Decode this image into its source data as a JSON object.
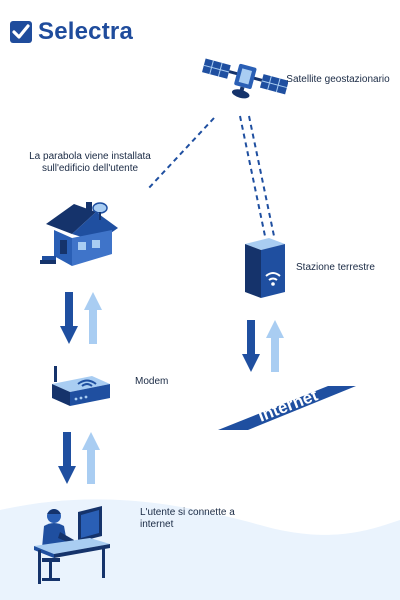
{
  "brand": {
    "name": "Selectra",
    "color": "#1f4c9c"
  },
  "labels": {
    "satellite": "Satellite geostazionario",
    "dish": "La parabola viene installata sull'edificio dell'utente",
    "ground_station": "Stazione terrestre",
    "modem": "Modem",
    "internet": "Internet",
    "user": "L'utente si connette a internet"
  },
  "colors": {
    "dark_blue": "#1f4fa0",
    "light_blue": "#a9cdf2",
    "navy": "#15336b",
    "bg_wave": "#eaf3fd"
  },
  "icons": [
    "logo-check-icon",
    "satellite-icon",
    "house-icon",
    "server-icon",
    "router-icon",
    "person-at-desk-icon",
    "down-arrow-icon",
    "up-arrow-icon"
  ]
}
